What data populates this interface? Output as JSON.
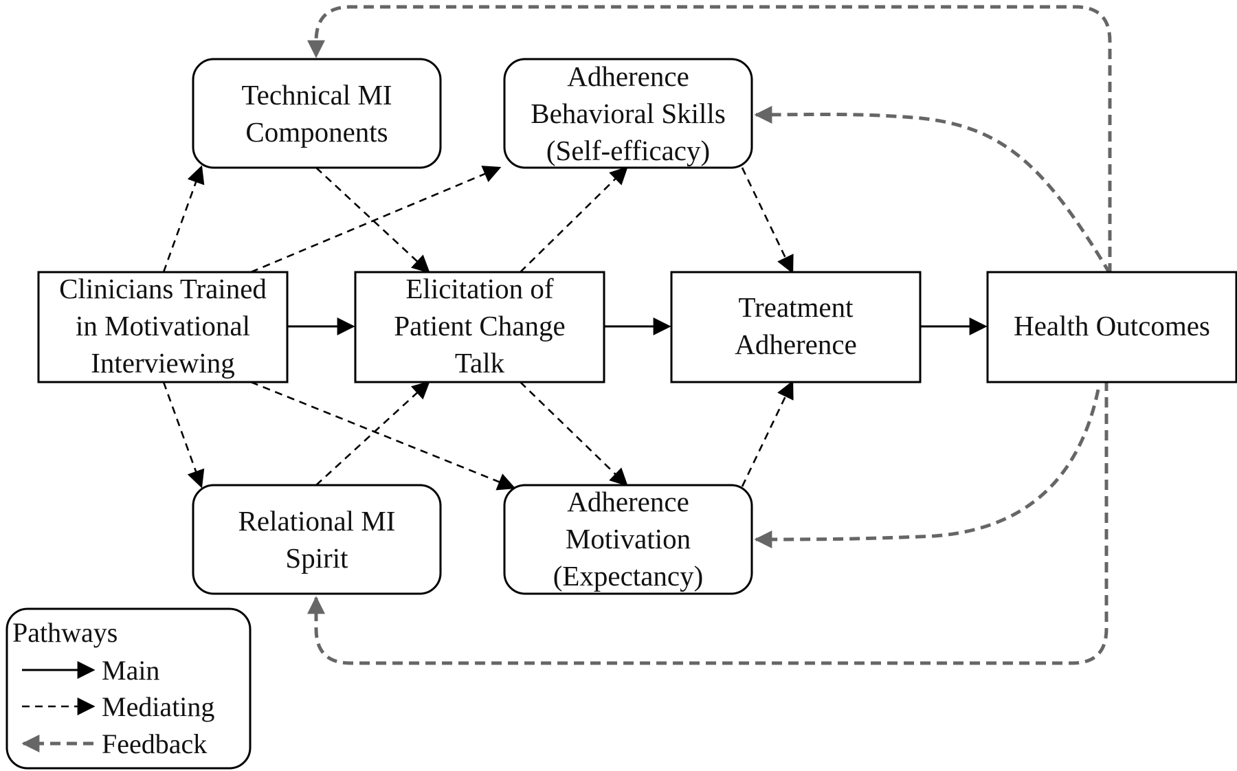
{
  "nodes": {
    "clinicians": {
      "lines": [
        "Clinicians Trained",
        "in Motivational",
        "Interviewing"
      ]
    },
    "elicitation": {
      "lines": [
        "Elicitation of",
        "Patient Change",
        "Talk"
      ]
    },
    "treatment": {
      "lines": [
        "Treatment",
        "Adherence"
      ]
    },
    "health": {
      "lines": [
        "Health Outcomes"
      ]
    },
    "technical": {
      "lines": [
        "Technical MI",
        "Components"
      ]
    },
    "relational": {
      "lines": [
        "Relational MI",
        "Spirit"
      ]
    },
    "skills": {
      "lines": [
        "Adherence",
        "Behavioral Skills",
        "(Self-efficacy)"
      ]
    },
    "motivation": {
      "lines": [
        "Adherence",
        "Motivation",
        "(Expectancy)"
      ]
    }
  },
  "legend": {
    "title": "Pathways",
    "main": "Main",
    "mediating": "Mediating",
    "feedback": "Feedback"
  },
  "colors": {
    "main_arrow": "#000000",
    "mediating_arrow": "#000000",
    "feedback_arrow": "#666666"
  },
  "edges": {
    "main": [
      [
        "clinicians",
        "elicitation"
      ],
      [
        "elicitation",
        "treatment"
      ],
      [
        "treatment",
        "health"
      ]
    ],
    "mediating": [
      [
        "clinicians",
        "technical"
      ],
      [
        "clinicians",
        "skills"
      ],
      [
        "clinicians",
        "relational"
      ],
      [
        "clinicians",
        "motivation"
      ],
      [
        "technical",
        "elicitation"
      ],
      [
        "relational",
        "elicitation"
      ],
      [
        "elicitation",
        "skills"
      ],
      [
        "elicitation",
        "motivation"
      ],
      [
        "skills",
        "treatment"
      ],
      [
        "motivation",
        "treatment"
      ]
    ],
    "feedback": [
      [
        "health",
        "technical"
      ],
      [
        "health",
        "skills"
      ],
      [
        "health",
        "motivation"
      ],
      [
        "health",
        "relational"
      ]
    ]
  }
}
